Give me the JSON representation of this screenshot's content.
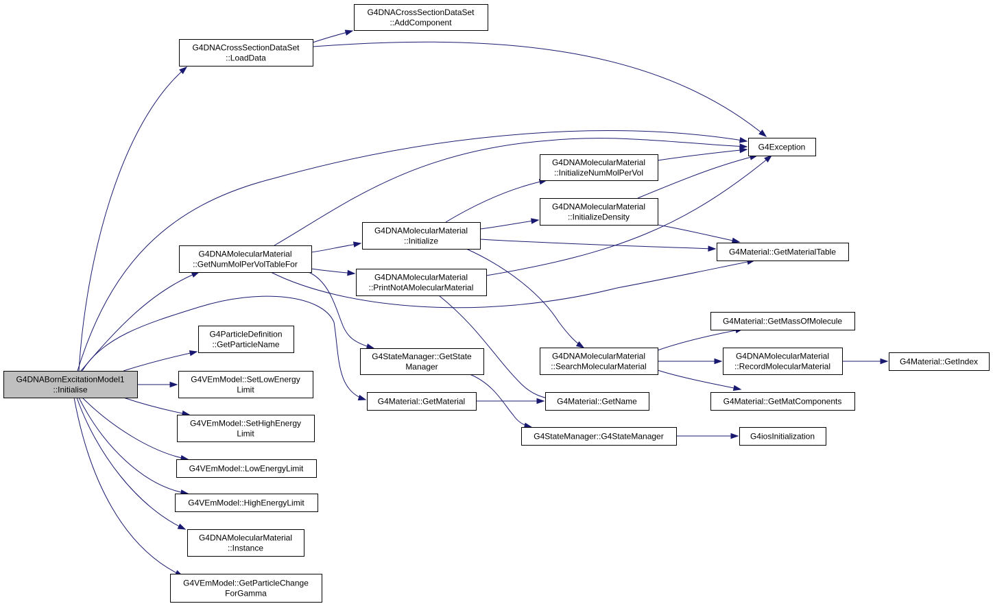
{
  "nodes": [
    {
      "id": "root",
      "lines": [
        "G4DNABornExcitationModel1",
        "::Initialise"
      ],
      "root": true
    },
    {
      "id": "loaddata",
      "lines": [
        "G4DNACrossSectionDataSet",
        "::LoadData"
      ]
    },
    {
      "id": "addcomponent",
      "lines": [
        "G4DNACrossSectionDataSet",
        "::AddComponent"
      ]
    },
    {
      "id": "exception",
      "lines": [
        "G4Exception"
      ]
    },
    {
      "id": "getnummol",
      "lines": [
        "G4DNAMolecularMaterial",
        "::GetNumMolPerVolTableFor"
      ]
    },
    {
      "id": "initialize",
      "lines": [
        "G4DNAMolecularMaterial",
        "::Initialize"
      ]
    },
    {
      "id": "initnummol",
      "lines": [
        "G4DNAMolecularMaterial",
        "::InitializeNumMolPerVol"
      ]
    },
    {
      "id": "initdensity",
      "lines": [
        "G4DNAMolecularMaterial",
        "::InitializeDensity"
      ]
    },
    {
      "id": "getmattable",
      "lines": [
        "G4Material::GetMaterialTable"
      ]
    },
    {
      "id": "printnot",
      "lines": [
        "G4DNAMolecularMaterial",
        "::PrintNotAMolecularMaterial"
      ]
    },
    {
      "id": "getparticlename",
      "lines": [
        "G4ParticleDefinition",
        "::GetParticleName"
      ]
    },
    {
      "id": "getstatemgr",
      "lines": [
        "G4StateManager::GetState",
        "Manager"
      ]
    },
    {
      "id": "searchmol",
      "lines": [
        "G4DNAMolecularMaterial",
        "::SearchMolecularMaterial"
      ]
    },
    {
      "id": "getmass",
      "lines": [
        "G4Material::GetMassOfMolecule"
      ]
    },
    {
      "id": "recordmol",
      "lines": [
        "G4DNAMolecularMaterial",
        "::RecordMolecularMaterial"
      ]
    },
    {
      "id": "getindex",
      "lines": [
        "G4Material::GetIndex"
      ]
    },
    {
      "id": "getmatcomp",
      "lines": [
        "G4Material::GetMatComponents"
      ]
    },
    {
      "id": "setlow",
      "lines": [
        "G4VEmModel::SetLowEnergy",
        "Limit"
      ]
    },
    {
      "id": "getmaterial",
      "lines": [
        "G4Material::GetMaterial"
      ]
    },
    {
      "id": "getname",
      "lines": [
        "G4Material::GetName"
      ]
    },
    {
      "id": "sethigh",
      "lines": [
        "G4VEmModel::SetHighEnergy",
        "Limit"
      ]
    },
    {
      "id": "g4statemgr",
      "lines": [
        "G4StateManager::G4StateManager"
      ]
    },
    {
      "id": "iosinit",
      "lines": [
        "G4iosInitialization"
      ]
    },
    {
      "id": "lowlimit",
      "lines": [
        "G4VEmModel::LowEnergyLimit"
      ]
    },
    {
      "id": "highlimit",
      "lines": [
        "G4VEmModel::HighEnergyLimit"
      ]
    },
    {
      "id": "instance",
      "lines": [
        "G4DNAMolecularMaterial",
        "::Instance"
      ]
    },
    {
      "id": "getparticlechange",
      "lines": [
        "G4VEmModel::GetParticleChange",
        "ForGamma"
      ]
    }
  ],
  "edges": [
    {
      "from": "root",
      "to": "loaddata"
    },
    {
      "from": "root",
      "to": "exception"
    },
    {
      "from": "root",
      "to": "getnummol"
    },
    {
      "from": "root",
      "to": "getmaterial"
    },
    {
      "from": "root",
      "to": "getparticlename"
    },
    {
      "from": "root",
      "to": "setlow"
    },
    {
      "from": "root",
      "to": "sethigh"
    },
    {
      "from": "root",
      "to": "lowlimit"
    },
    {
      "from": "root",
      "to": "highlimit"
    },
    {
      "from": "root",
      "to": "instance"
    },
    {
      "from": "root",
      "to": "getparticlechange"
    },
    {
      "from": "loaddata",
      "to": "addcomponent"
    },
    {
      "from": "loaddata",
      "to": "exception"
    },
    {
      "from": "getnummol",
      "to": "exception"
    },
    {
      "from": "getnummol",
      "to": "initialize"
    },
    {
      "from": "getnummol",
      "to": "printnot"
    },
    {
      "from": "getnummol",
      "to": "getmattable"
    },
    {
      "from": "getnummol",
      "to": "getstatemgr"
    },
    {
      "from": "initialize",
      "to": "initnummol"
    },
    {
      "from": "initialize",
      "to": "initdensity"
    },
    {
      "from": "initialize",
      "to": "getmattable"
    },
    {
      "from": "initialize",
      "to": "searchmol"
    },
    {
      "from": "initnummol",
      "to": "exception"
    },
    {
      "from": "initdensity",
      "to": "exception"
    },
    {
      "from": "initdensity",
      "to": "getmattable"
    },
    {
      "from": "printnot",
      "to": "exception"
    },
    {
      "from": "printnot",
      "to": "getname"
    },
    {
      "from": "getstatemgr",
      "to": "g4statemgr"
    },
    {
      "from": "searchmol",
      "to": "getmass"
    },
    {
      "from": "searchmol",
      "to": "recordmol"
    },
    {
      "from": "searchmol",
      "to": "getmatcomp"
    },
    {
      "from": "recordmol",
      "to": "getindex"
    },
    {
      "from": "getmaterial",
      "to": "getname"
    },
    {
      "from": "g4statemgr",
      "to": "iosinit"
    }
  ]
}
